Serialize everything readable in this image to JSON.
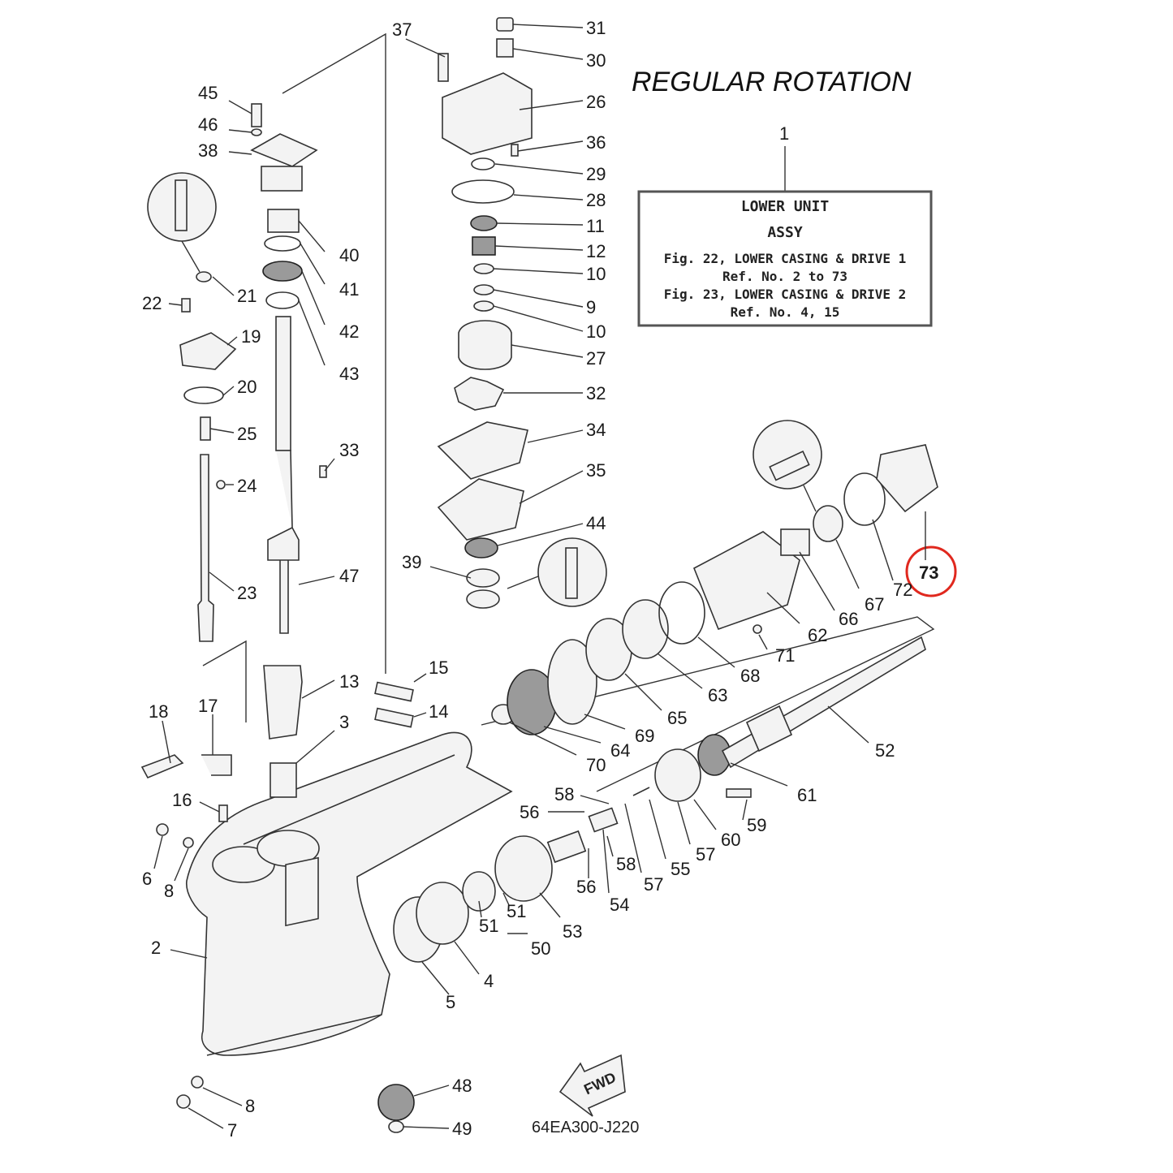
{
  "title": "REGULAR ROTATION",
  "drawing_code": "64EA300-J220",
  "fwd_label": "FWD",
  "assembly_box": {
    "ref_number": "1",
    "lines": [
      "LOWER UNIT",
      "ASSY",
      "Fig. 22, LOWER CASING & DRIVE 1",
      "Ref. No. 2 to 73",
      "Fig. 23, LOWER CASING & DRIVE 2",
      "Ref. No. 4, 15"
    ]
  },
  "highlighted_part": "73",
  "highlight_color": "#e0281e",
  "labels": [
    {
      "id": "p37",
      "text": "37"
    },
    {
      "id": "p31",
      "text": "31"
    },
    {
      "id": "p30",
      "text": "30"
    },
    {
      "id": "p26",
      "text": "26"
    },
    {
      "id": "p36",
      "text": "36"
    },
    {
      "id": "p29",
      "text": "29"
    },
    {
      "id": "p28",
      "text": "28"
    },
    {
      "id": "p11",
      "text": "11"
    },
    {
      "id": "p12",
      "text": "12"
    },
    {
      "id": "p10a",
      "text": "10"
    },
    {
      "id": "p9",
      "text": "9"
    },
    {
      "id": "p10b",
      "text": "10"
    },
    {
      "id": "p27",
      "text": "27"
    },
    {
      "id": "p32",
      "text": "32"
    },
    {
      "id": "p34",
      "text": "34"
    },
    {
      "id": "p35",
      "text": "35"
    },
    {
      "id": "p44",
      "text": "44"
    },
    {
      "id": "p39",
      "text": "39"
    },
    {
      "id": "p45",
      "text": "45"
    },
    {
      "id": "p46",
      "text": "46"
    },
    {
      "id": "p38",
      "text": "38"
    },
    {
      "id": "p40",
      "text": "40"
    },
    {
      "id": "p41",
      "text": "41"
    },
    {
      "id": "p42",
      "text": "42"
    },
    {
      "id": "p43",
      "text": "43"
    },
    {
      "id": "p21",
      "text": "21"
    },
    {
      "id": "p22",
      "text": "22"
    },
    {
      "id": "p19",
      "text": "19"
    },
    {
      "id": "p20",
      "text": "20"
    },
    {
      "id": "p25",
      "text": "25"
    },
    {
      "id": "p24",
      "text": "24"
    },
    {
      "id": "p33",
      "text": "33"
    },
    {
      "id": "p23",
      "text": "23"
    },
    {
      "id": "p47",
      "text": "47"
    },
    {
      "id": "p13",
      "text": "13"
    },
    {
      "id": "p15",
      "text": "15"
    },
    {
      "id": "p14",
      "text": "14"
    },
    {
      "id": "p3",
      "text": "3"
    },
    {
      "id": "p18",
      "text": "18"
    },
    {
      "id": "p17",
      "text": "17"
    },
    {
      "id": "p16",
      "text": "16"
    },
    {
      "id": "p6",
      "text": "6"
    },
    {
      "id": "p8a",
      "text": "8"
    },
    {
      "id": "p2",
      "text": "2"
    },
    {
      "id": "p8b",
      "text": "8"
    },
    {
      "id": "p7",
      "text": "7"
    },
    {
      "id": "p48",
      "text": "48"
    },
    {
      "id": "p49",
      "text": "49"
    },
    {
      "id": "p5",
      "text": "5"
    },
    {
      "id": "p4",
      "text": "4"
    },
    {
      "id": "p51a",
      "text": "51"
    },
    {
      "id": "p51b",
      "text": "51"
    },
    {
      "id": "p50",
      "text": "50"
    },
    {
      "id": "p53",
      "text": "53"
    },
    {
      "id": "p58a",
      "text": "58"
    },
    {
      "id": "p56a",
      "text": "56"
    },
    {
      "id": "p56b",
      "text": "56"
    },
    {
      "id": "p58b",
      "text": "58"
    },
    {
      "id": "p54",
      "text": "54"
    },
    {
      "id": "p57a",
      "text": "57"
    },
    {
      "id": "p55",
      "text": "55"
    },
    {
      "id": "p57b",
      "text": "57"
    },
    {
      "id": "p60",
      "text": "60"
    },
    {
      "id": "p59",
      "text": "59"
    },
    {
      "id": "p61",
      "text": "61"
    },
    {
      "id": "p52",
      "text": "52"
    },
    {
      "id": "p70",
      "text": "70"
    },
    {
      "id": "p64",
      "text": "64"
    },
    {
      "id": "p69",
      "text": "69"
    },
    {
      "id": "p65",
      "text": "65"
    },
    {
      "id": "p63",
      "text": "63"
    },
    {
      "id": "p68",
      "text": "68"
    },
    {
      "id": "p71",
      "text": "71"
    },
    {
      "id": "p62",
      "text": "62"
    },
    {
      "id": "p66",
      "text": "66"
    },
    {
      "id": "p67",
      "text": "67"
    },
    {
      "id": "p72",
      "text": "72"
    },
    {
      "id": "p73",
      "text": "73"
    }
  ]
}
